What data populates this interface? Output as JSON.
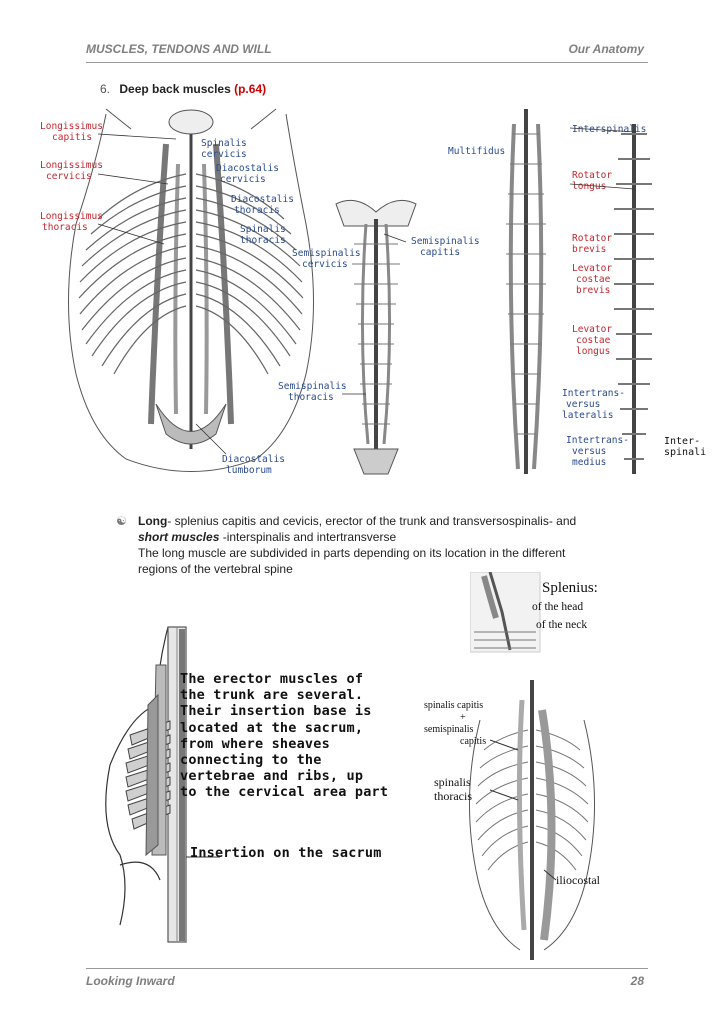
{
  "header": {
    "left": "MUSCLES, TENDONS AND WILL",
    "right": "Our Anatomy"
  },
  "section": {
    "number": "6.",
    "title": "Deep back muscles",
    "ref": "(p.64)"
  },
  "figure_top": {
    "labels_left": [
      "Longissimus",
      "capitis",
      "Longissimus",
      "cervicis",
      "Longissimus",
      "thoracis"
    ],
    "labels_center": [
      "Spinalis",
      "cervicis",
      "Diacostalis",
      "cervicis",
      "Diacostalis",
      "thoracis",
      "Spinalis",
      "thoracis",
      "Diacostalis",
      "lumborum"
    ],
    "labels_mid": [
      "Semispinalis",
      "cervicis",
      "Semispinalis",
      "capitis",
      "Semispinalis",
      "thoracis"
    ],
    "labels_right": [
      "Interspinalis",
      "Multifidus",
      "Rotator",
      "longus",
      "Rotator",
      "brevis",
      "Levator",
      "costae",
      "brevis",
      "Levator",
      "costae",
      "longus",
      "Intertrans-",
      "versus",
      "lateralis",
      "Intertrans-",
      "versus",
      "medius",
      "Inter-",
      "spinalis"
    ]
  },
  "bullet": {
    "icon": "☯",
    "long_label": "Long",
    "long_text": "- splenius capitis and cevicis, erector of the trunk and transversospinalis- and",
    "short_label": "short muscles",
    "short_text": " -interspinalis and intertransverse",
    "line3": "The long muscle are subdivided in parts depending on its location in the different",
    "line4": "regions of the vertebral spine"
  },
  "figure_left": {
    "text_lines": [
      "The erector muscles of",
      "the trunk are several.",
      "Their insertion base is",
      "located at the sacrum,",
      "from where sheaves",
      "connecting to the",
      "vertebrae and ribs, up",
      "to the cervical area part"
    ],
    "insertion": "Insertion on the sacrum"
  },
  "figure_right": {
    "splenius_title": "Splenius:",
    "splenius_head": "of the head",
    "splenius_neck": "of the neck",
    "spinalis_capitis": "spinalis capitis",
    "plus": "+",
    "semispinalis": "semispinalis",
    "capitis": "capitis",
    "spinalis": "spinalis",
    "thoracis": "thoracis",
    "iliocostal": "iliocostal"
  },
  "footer": {
    "left": "Looking Inward",
    "page": "28"
  }
}
